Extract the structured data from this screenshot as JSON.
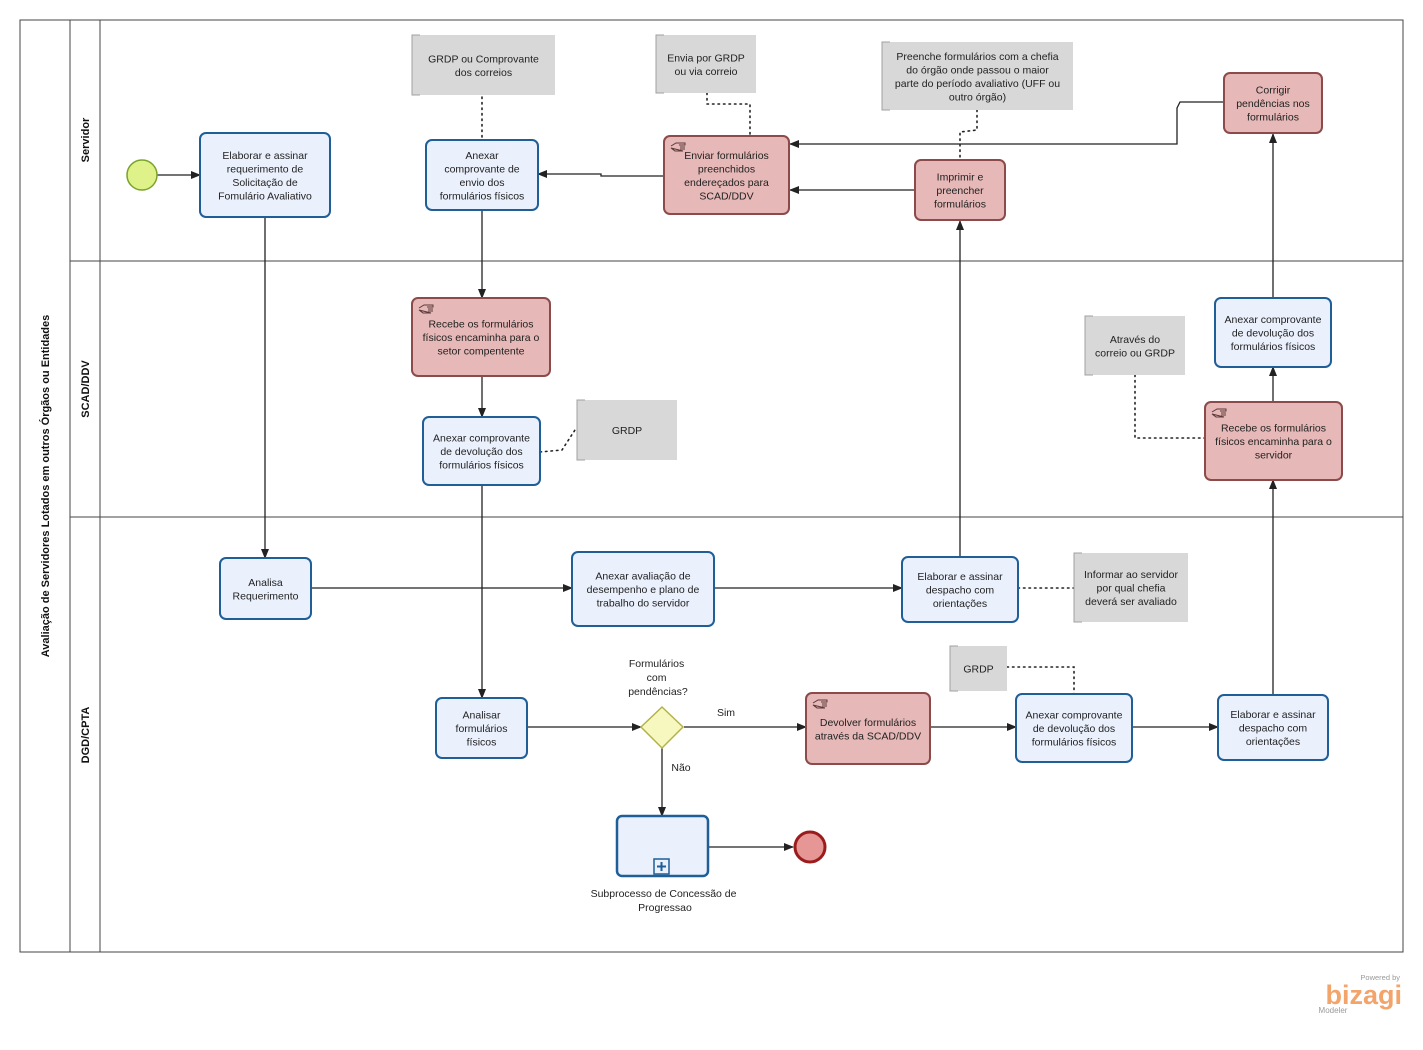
{
  "pool": {
    "title": "Avaliação de Servidores Lotados em outros Órgãos ou Entidades"
  },
  "lanes": {
    "servidor": "Servidor",
    "scad": "SCAD/DDV",
    "dgd": "DGD/CPTA"
  },
  "tasks": {
    "elaborar_requerimento": [
      "Elaborar e assinar",
      "requerimento de",
      "Solicitação de",
      "Fomulário Avaliativo"
    ],
    "anexar_envio": [
      "Anexar",
      "comprovante de",
      "envio dos",
      "formulários físicos"
    ],
    "enviar_formularios": [
      "Enviar formulários",
      "preenchidos",
      "endereçados para",
      "SCAD/DDV"
    ],
    "imprimir": [
      "Imprimir e",
      "preencher",
      "formulários"
    ],
    "corrigir": [
      "Corrigir",
      "pendências nos",
      "formulários"
    ],
    "recebe_scad": [
      "Recebe os formulários",
      "físicos encaminha para o",
      "setor compentente"
    ],
    "anexar_devolucao_scad": [
      "Anexar comprovante",
      "de devolução dos",
      "formulários físicos"
    ],
    "recebe_servidor": [
      "Recebe os formulários",
      "físicos encaminha para o",
      "servidor"
    ],
    "anexar_devolucao_right": [
      "Anexar comprovante",
      "de devolução dos",
      "formulários físicos"
    ],
    "analisa_requerimento": [
      "Analisa",
      "Requerimento"
    ],
    "anexar_avaliacao": [
      "Anexar avaliação de",
      "desempenho e plano de",
      "trabalho do servidor"
    ],
    "elaborar_despacho_1": [
      "Elaborar e assinar",
      "despacho com",
      "orientações"
    ],
    "analisar_formularios": [
      "Analisar",
      "formulários",
      "físicos"
    ],
    "devolver_formularios": [
      "Devolver formulários",
      "através da SCAD/DDV"
    ],
    "anexar_devolucao_dgd": [
      "Anexar comprovante",
      "de devolução dos",
      "formulários físicos"
    ],
    "elaborar_despacho_2": [
      "Elaborar e assinar",
      "despacho com",
      "orientações"
    ]
  },
  "annotations": {
    "grdp_correios": [
      "GRDP ou Comprovante",
      "dos correios"
    ],
    "envia_grdp": [
      "Envia por GRDP",
      "ou via correio"
    ],
    "preenche": [
      "Preenche formulários com a chefia",
      "do órgão onde passou o maior",
      "parte do período avaliativo (UFF ou",
      "outro órgão)"
    ],
    "grdp_scad": [
      "GRDP"
    ],
    "atraves_correio": [
      "Através do",
      "correio ou GRDP"
    ],
    "informar_servidor": [
      "Informar ao servidor",
      "por qual chefia",
      "deverá ser avaliado"
    ],
    "grdp_dgd": [
      "GRDP"
    ]
  },
  "gateway": {
    "question": [
      "Formulários",
      "com",
      "pendências?"
    ],
    "yes": "Sim",
    "no": "Não"
  },
  "subprocess": {
    "label": [
      "Subprocesso de Concessão de",
      "Progressao"
    ]
  },
  "branding": {
    "powered_by": "Powered by",
    "name": "bizagi",
    "product": "Modeler"
  },
  "colors": {
    "task_fill": "#eaf0fc",
    "task_stroke": "#1f5e97",
    "manual_task_fill": "#e6b8b7",
    "start_event": "#dff28a",
    "end_event": "#e79696",
    "gateway": "#f7f7c0",
    "annotation": "#d8d8d8",
    "brand": "#f3a46b"
  }
}
